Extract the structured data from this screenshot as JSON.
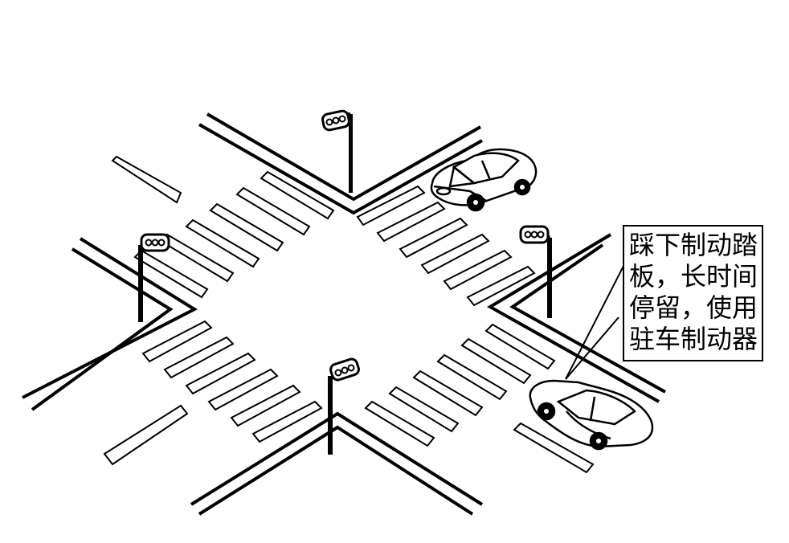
{
  "callout": {
    "lines": [
      "踩下制动踏",
      "板，长时间",
      "停留，使用",
      "驻车制动器"
    ]
  },
  "colors": {
    "ink": "#000000",
    "paper": "#ffffff"
  },
  "scene": {
    "traffic_lights": 4,
    "cars": 2,
    "crosswalks": 4
  }
}
